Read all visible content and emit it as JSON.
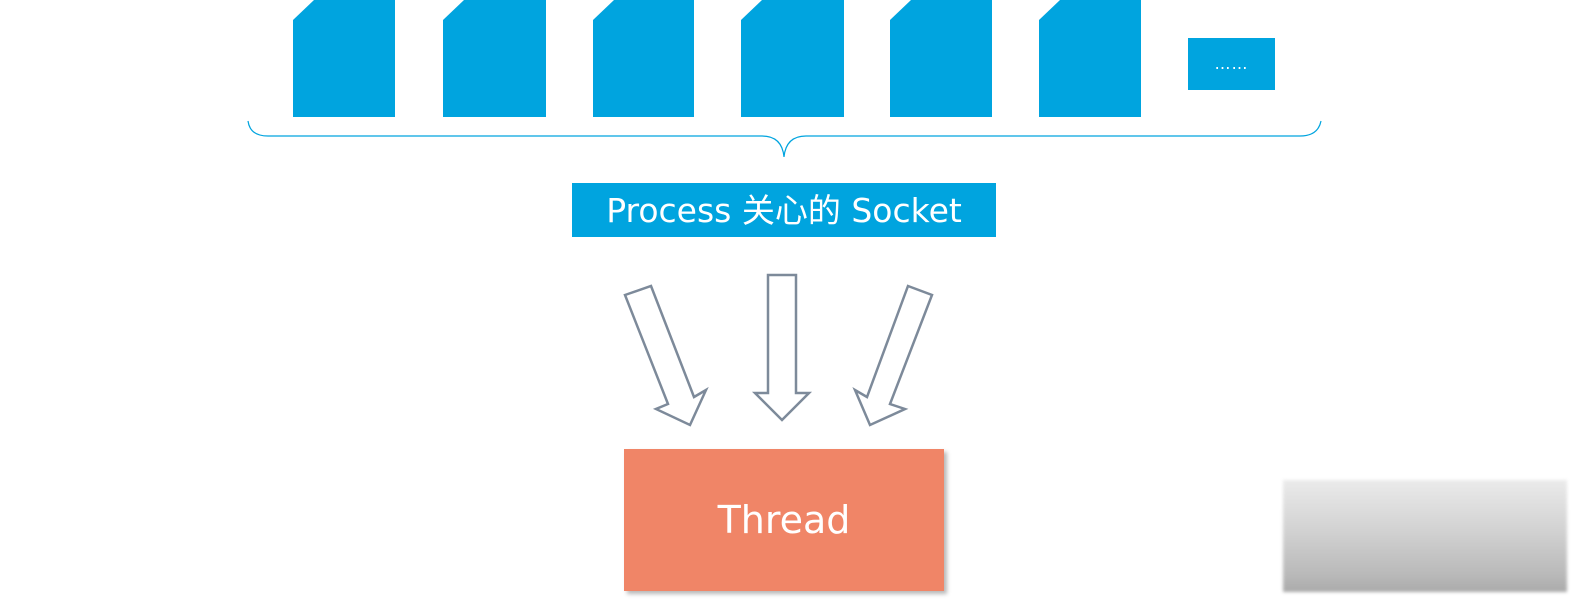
{
  "diagram": {
    "socket_label": "Process 关心的 Socket",
    "more_label": "……",
    "thread_label": "Thread",
    "colors": {
      "socket_fill": "#00a4df",
      "brace": "#00a4df",
      "arrow_stroke": "#7d8a9a",
      "thread_fill": "#f08567"
    },
    "icons": [
      "socket-file-icon",
      "down-arrow-icon",
      "curly-brace"
    ]
  }
}
